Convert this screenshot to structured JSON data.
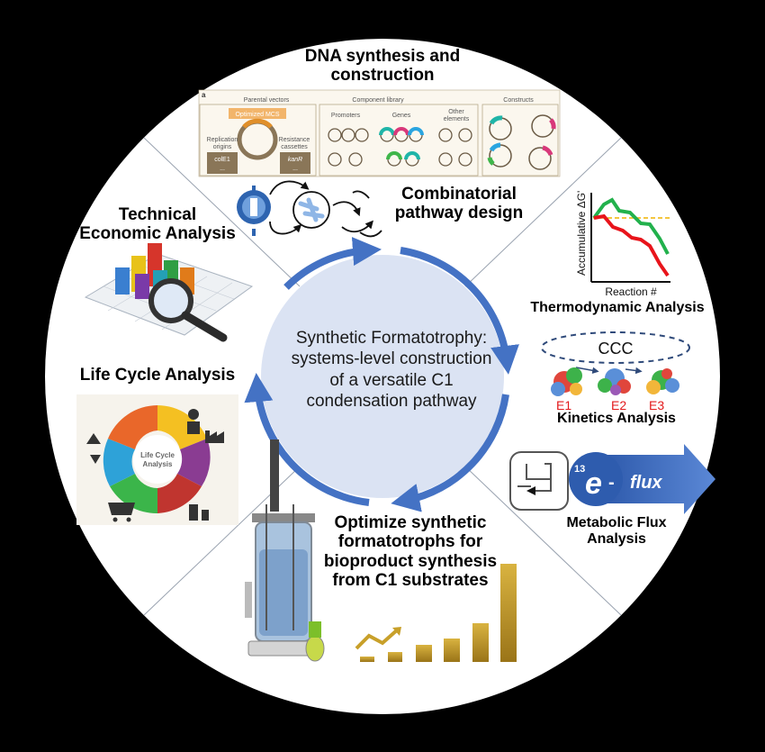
{
  "center": {
    "line1": "Synthetic Formatotrophy:",
    "line2": "systems-level construction",
    "line3": "of a versatile C1",
    "line4": "condensation pathway"
  },
  "sections": {
    "dna": {
      "line1": "DNA synthesis and",
      "line2": "construction"
    },
    "combinatorial": {
      "line1": "Combinatorial",
      "line2": "pathway design"
    },
    "tea": {
      "line1": "Technical",
      "line2": "Economic Analysis"
    },
    "lca": {
      "title": "Life Cycle Analysis"
    },
    "thermo": {
      "title": "Thermodynamic Analysis"
    },
    "kinetics": {
      "title": "Kinetics Analysis"
    },
    "flux": {
      "line1": "Metabolic Flux",
      "line2": "Analysis"
    },
    "optimize": {
      "line1": "Optimize synthetic",
      "line2": "formatotrophs for",
      "line3": "bioproduct synthesis",
      "line4": "from C1 substrates"
    }
  },
  "dna_figure": {
    "panel_letter": "a",
    "parental_vectors": "Parental vectors",
    "component_library": "Component library",
    "constructs": "Constructs",
    "optimized_mcs": "Optimized MCS",
    "replication_origins_1": "Replication",
    "replication_origins_2": "origins",
    "resistance_1": "Resistance",
    "resistance_2": "cassettes",
    "cole1": "colE1",
    "kanr": "kanR",
    "promoters": "Promoters",
    "genes": "Genes",
    "other_1": "Other",
    "other_2": "elements",
    "ellipsis": "..."
  },
  "thermo_plot": {
    "ylabel": "Accumulative ΔG'",
    "xlabel": "Reaction #"
  },
  "kinetics": {
    "ccc": "CCC",
    "e1": "E1",
    "e2": "E2",
    "e3": "E3"
  },
  "flux_logo": {
    "sup": "13",
    "e": "e",
    "dash": " - ",
    "flux": "flux"
  },
  "lca_wheel": {
    "center_1": "Life Cycle",
    "center_2": "Analysis"
  },
  "colors": {
    "background": "#000000",
    "disc": "#ffffff",
    "center": "#dbe3f3",
    "cycle_arrow": "#4472c4",
    "bar_gold": "#c8a02a",
    "thermo_green": "#22b14c",
    "thermo_red": "#e8141b",
    "thermo_ref": "#f0b400",
    "flux_blue": "#2e5cae",
    "enzyme_label": "#e31a1c"
  }
}
